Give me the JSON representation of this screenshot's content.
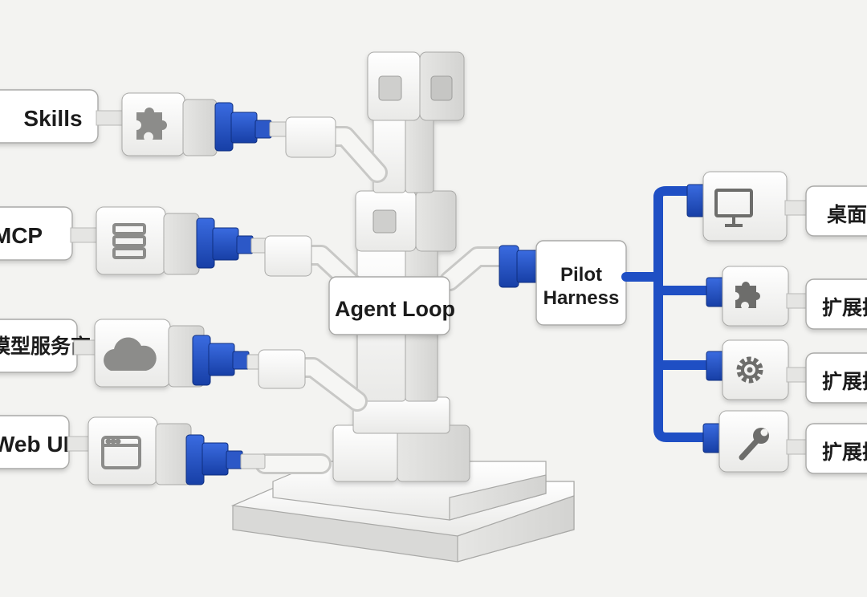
{
  "diagram": {
    "left_labels": [
      "Skills",
      "MCP",
      "模型服务商",
      "Web UI"
    ],
    "left_icons": [
      "puzzle-icon",
      "server-icon",
      "cloud-icon",
      "browser-window-icon"
    ],
    "hub_label": "Agent Loop",
    "harness_label_line1": "Pilot",
    "harness_label_line2": "Harness",
    "right_labels": [
      "桌面",
      "扩展插",
      "扩展插",
      "扩展插"
    ],
    "right_icons": [
      "monitor-icon",
      "puzzle-icon",
      "gear-icon",
      "wrench-icon"
    ],
    "colors": {
      "connector": "#1f4fc4",
      "module_fill": "#fbfbfa",
      "module_stroke": "#b9b9b7",
      "background": "#f3f3f1"
    }
  }
}
